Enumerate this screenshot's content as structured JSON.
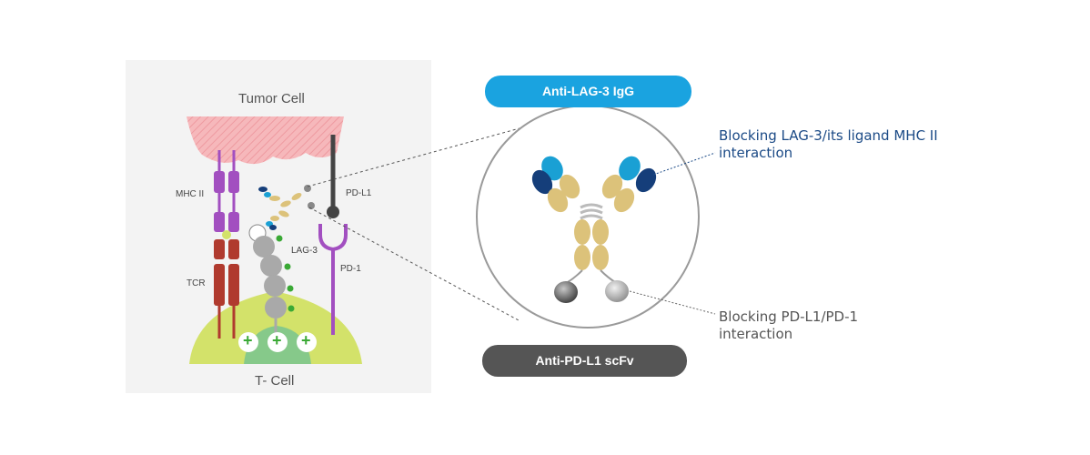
{
  "left_panel": {
    "tumor_cell_label": "Tumor Cell",
    "t_cell_label": "T- Cell",
    "mhc2_label": "MHC II",
    "tcr_label": "TCR",
    "lag3_label": "LAG-3",
    "pdl1_label": "PD-L1",
    "pd1_label": "PD-1",
    "plus_sign": "+"
  },
  "right_panel": {
    "anti_lag3_label": "Anti-LAG-3 IgG",
    "anti_pdl1_label": "Anti-PD-L1 scFv",
    "annotation_top": [
      "Blocking LAG-3/its ligand MHC II",
      "interaction"
    ],
    "annotation_bottom": [
      "Blocking PD-L1/PD-1",
      "interaction"
    ]
  },
  "colors": {
    "tumor_pink": "#f2a7ab",
    "mhc_purple": "#a24fc0",
    "tcr_red": "#b03a2e",
    "tcell_green": "#d3e26a",
    "plus_green": "#3aa935",
    "lag3_gray": "#a9a9a9",
    "igg_gold": "#dcc27a",
    "vh_navy": "#153e7a",
    "vl_cyan": "#1aa0d4",
    "pill_blue": "#1aa3e0",
    "pill_gray": "#555555",
    "anno_blue": "#1b4a86",
    "anno_gray": "#555555"
  }
}
